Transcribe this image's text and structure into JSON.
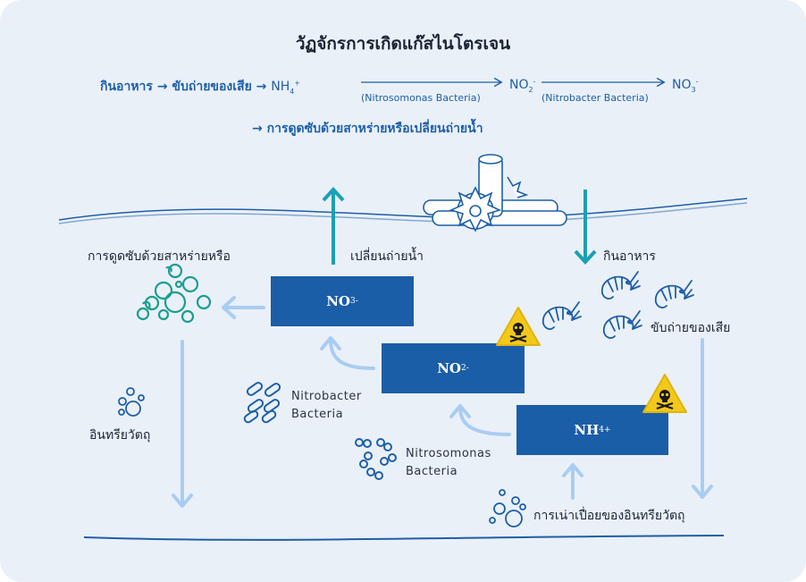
{
  "title": "วัฏจักรการเกิดแก๊สไนโตรเจน",
  "flow": {
    "eat": "กินอาหาร",
    "arrow": "→",
    "excrete": "ขับถ่ายของเสีย",
    "nh": "NH",
    "nh_sub": "4",
    "nh_sup": "+",
    "no2": "NO",
    "no2_sub": "2",
    "no2_sup": "-",
    "no3": "NO",
    "no3_sub": "3",
    "no3_sup": "-",
    "nitrosomonas": "(Nitrosomonas Bacteria)",
    "nitrobacter": "(Nitrobacter Bacteria)",
    "absorb": "→ การดูดซับด้วยสาหร่ายหรือเปลี่ยนถ่ายน้ำ"
  },
  "labels": {
    "absorb_algae": "การดูดซับด้วยสาหร่ายหรือ",
    "water_change": "เปลี่ยนถ่ายน้ำ",
    "eat": "กินอาหาร",
    "excrete": "ขับถ่ายของเสีย",
    "organic": "อินทรียวัตถุ",
    "decompose": "การเน่าเปื่อยของอินทรียวัตถุ",
    "nitrobacter_1": "Nitrobacter",
    "nitrobacter_2": "Bacteria",
    "nitrosomonas_1": "Nitrosomonas",
    "nitrosomonas_2": "Bacteria"
  },
  "boxes": {
    "no3": {
      "base": "NO",
      "sub": "3",
      "sup": "-"
    },
    "no2": {
      "base": "NO",
      "sub": "2",
      "sup": "-"
    },
    "nh4": {
      "base": "NH",
      "sub": "4",
      "sup": "+"
    }
  },
  "colors": {
    "box": "#1b5ea8",
    "arrow_light": "#a9cdf2",
    "arrow_teal": "#1aa0b5",
    "warning": "#f2c919",
    "background": "#eaf0f8",
    "text_blue": "#1d5fa8"
  },
  "icons": [
    "aerator-icon",
    "shrimp-icon",
    "algae-icon",
    "bubbles-icon",
    "bacteria-icon",
    "hazard-icon"
  ]
}
